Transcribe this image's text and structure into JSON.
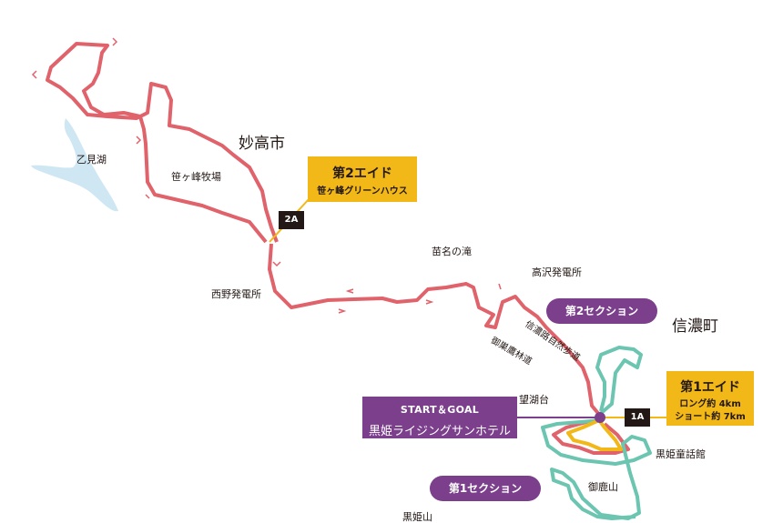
{
  "places": {
    "myoko": "妙高市",
    "shinano": "信濃町",
    "otomi_lake": "乙見湖",
    "sasagamine": "笹ヶ峰牧場",
    "nishino": "西野発電所",
    "naena": "苗名の滝",
    "takasawa": "高沢発電所",
    "shinanoji": "信濃路自然歩道",
    "misu": "御巣鷹林道",
    "bokodai": "望湖台",
    "dowakan": "黒姫童話館",
    "onshika": "御鹿山",
    "kurohime": "黒姫山"
  },
  "aid1": {
    "title": "第1エイド",
    "long": "ロング約 4km",
    "short": "ショート約 7km",
    "marker": "1A"
  },
  "aid2": {
    "title": "第2エイド",
    "place": "笹ヶ峰グリーンハウス",
    "marker": "2A"
  },
  "sections": {
    "first": "第1セクション",
    "second": "第2セクション"
  },
  "start_goal": {
    "label": "START＆GOAL",
    "hotel": "黒姫ライジングサンホテル"
  },
  "colors": {
    "route_red": "#e0626b",
    "route_green": "#6cc5b0",
    "route_yellow": "#f1b817",
    "lake": "#cfe7f3",
    "section_purple": "#7b3f8c",
    "aid_yellow": "#f1b817",
    "dark": "#231815"
  }
}
